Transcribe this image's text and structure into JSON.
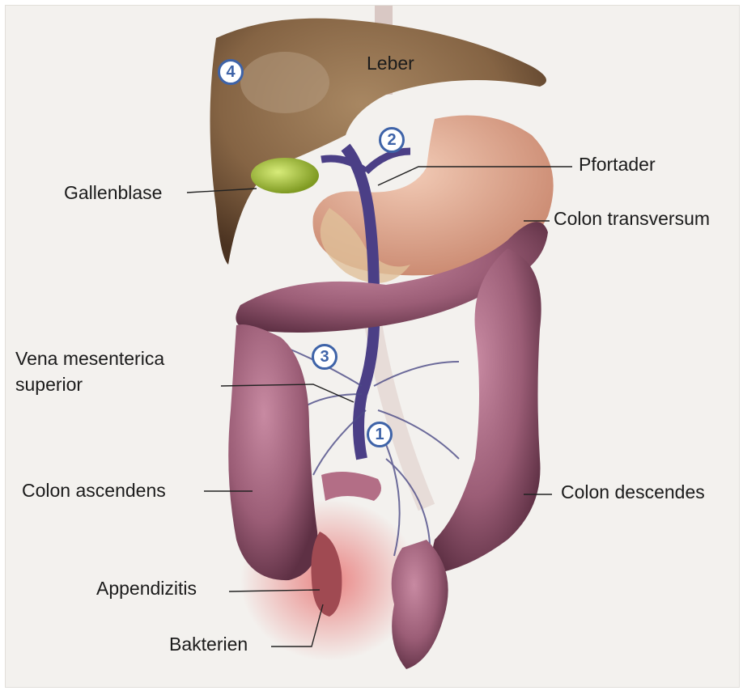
{
  "labels": {
    "leber": "Leber",
    "pfortader": "Pfortader",
    "gallenblase": "Gallenblase",
    "colon_transversum": "Colon transversum",
    "vena_line1": "Vena mesenterica",
    "vena_line2": "superior",
    "colon_ascendens": "Colon ascendens",
    "colon_descendes": "Colon descendes",
    "appendizitis": "Appendizitis",
    "bakterien": "Bakterien"
  },
  "markers": [
    "4",
    "2",
    "3",
    "1"
  ],
  "colors": {
    "marker_blue": "#3e63a8",
    "liver": "#8a6a48",
    "colon": "#9a5a72",
    "stomach": "#e8b9a2",
    "gallbladder": "#b7d245",
    "vein": "#4b3f86",
    "inflammation": "#e23b3b"
  }
}
